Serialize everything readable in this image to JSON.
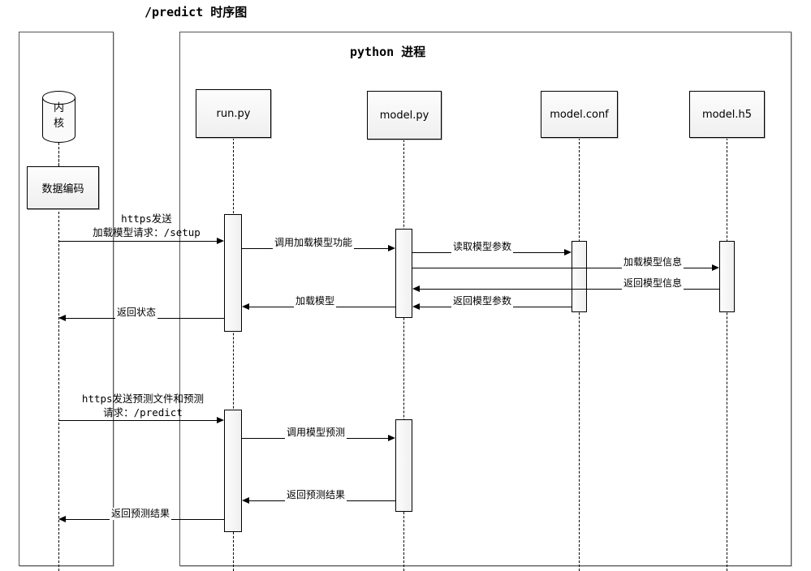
{
  "title": "/predict 时序图",
  "panels": {
    "kernel": {
      "label": ""
    },
    "python": {
      "label": "python 进程"
    }
  },
  "kernel_nodes": {
    "database_label": "内核",
    "database_line1": "内",
    "database_line2": "核",
    "encoder_label": "数据编码"
  },
  "participants": [
    {
      "id": "run",
      "label": "run.py"
    },
    {
      "id": "modelpy",
      "label": "model.py"
    },
    {
      "id": "modelconf",
      "label": "model.conf"
    },
    {
      "id": "modelh5",
      "label": "model.h5"
    }
  ],
  "messages": [
    {
      "id": "m1",
      "from": "kernel",
      "to": "run",
      "label_line1": "https发送",
      "label_line2": "加载模型请求：/setup",
      "direction": "right"
    },
    {
      "id": "m2",
      "from": "run",
      "to": "modelpy",
      "label": "调用加载模型功能",
      "direction": "right"
    },
    {
      "id": "m3",
      "from": "modelpy",
      "to": "modelconf",
      "label": "读取模型参数",
      "direction": "right"
    },
    {
      "id": "m4",
      "from": "modelpy",
      "to": "modelh5",
      "label": "加载模型信息",
      "direction": "right"
    },
    {
      "id": "m5",
      "from": "modelh5",
      "to": "modelpy",
      "label": "返回模型信息",
      "direction": "left"
    },
    {
      "id": "m6",
      "from": "modelconf",
      "to": "modelpy",
      "label": "返回模型参数",
      "direction": "left"
    },
    {
      "id": "m7",
      "from": "modelpy",
      "to": "run",
      "label": "加载模型",
      "direction": "left"
    },
    {
      "id": "m8",
      "from": "run",
      "to": "kernel",
      "label": "返回状态",
      "direction": "left"
    },
    {
      "id": "m9",
      "from": "kernel",
      "to": "run",
      "label_line1": "https发送预测文件和预测",
      "label_line2": "请求：/predict",
      "direction": "right"
    },
    {
      "id": "m10",
      "from": "run",
      "to": "modelpy",
      "label": "调用模型预测",
      "direction": "right"
    },
    {
      "id": "m11",
      "from": "modelpy",
      "to": "run",
      "label": "返回预测结果",
      "direction": "left"
    },
    {
      "id": "m12",
      "from": "run",
      "to": "kernel",
      "label": "返回预测结果",
      "direction": "left"
    }
  ],
  "colors": {
    "panel_border": "#555555",
    "box_border": "#000000",
    "box_fill_top": "#fdfdfd",
    "box_fill_bottom": "#efefef",
    "line": "#000000",
    "background": "#ffffff"
  }
}
